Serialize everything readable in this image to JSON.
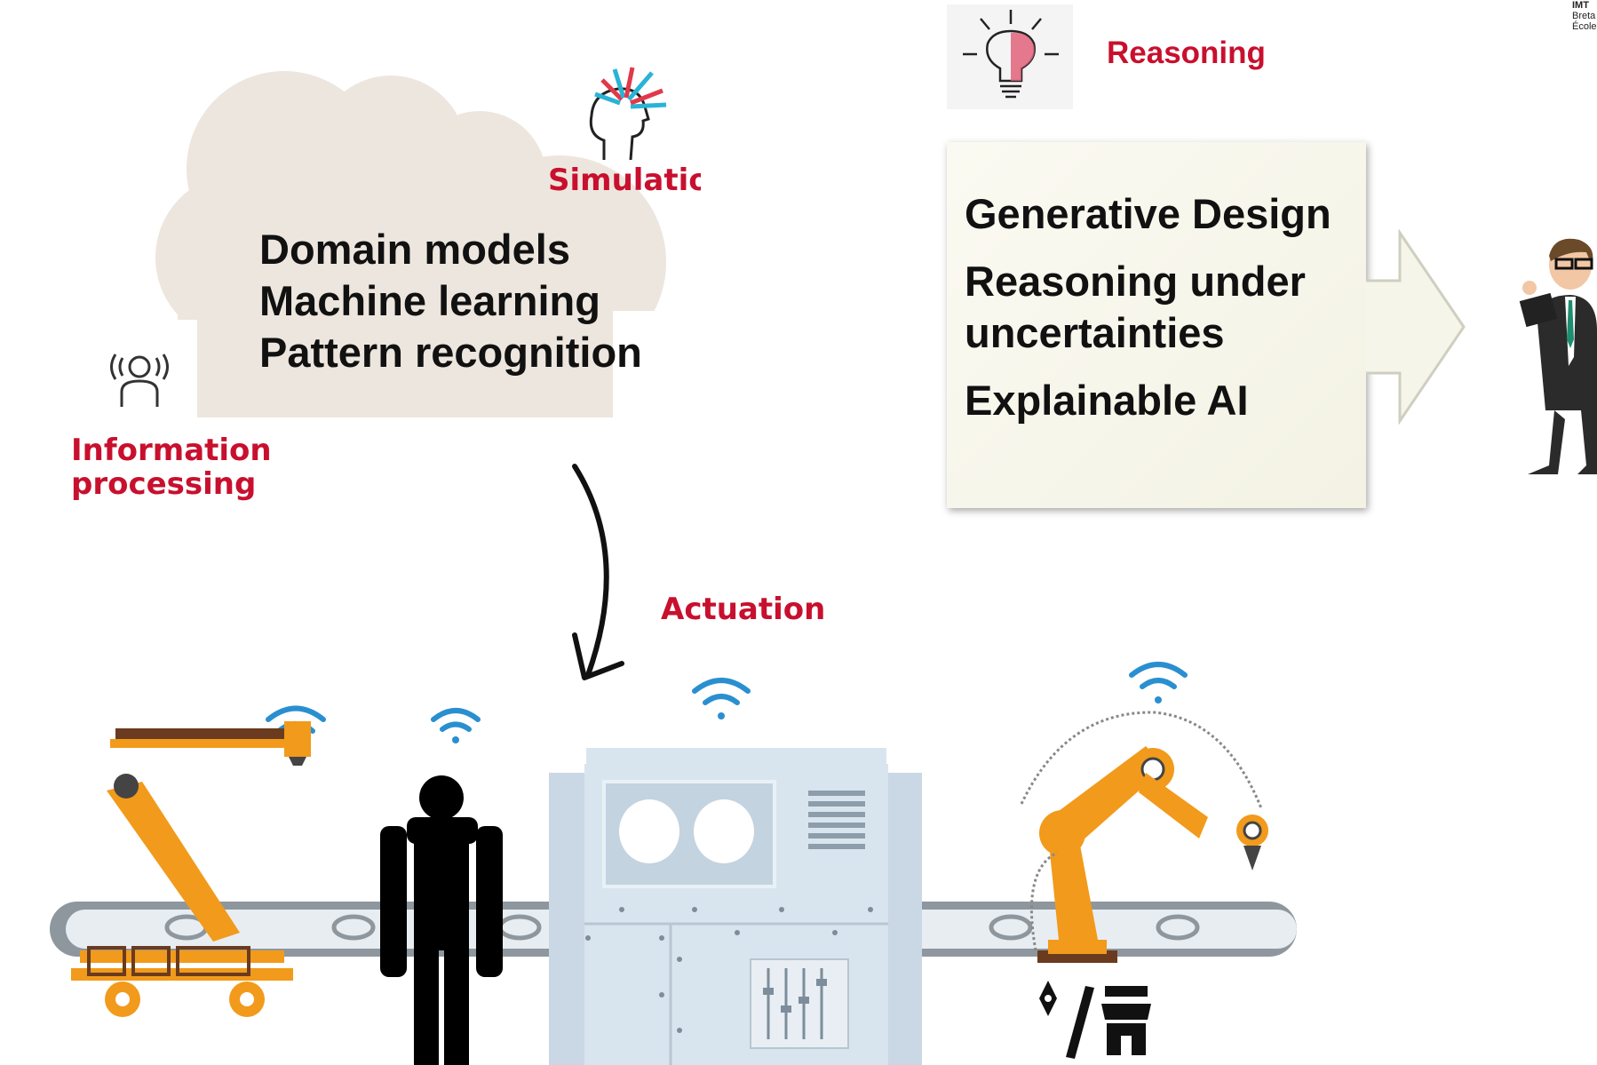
{
  "cloud": {
    "items": [
      "Domain models",
      "Machine learning",
      "Pattern recognition"
    ]
  },
  "labels": {
    "simulation": "Simulatior",
    "information_processing_line1": "Information",
    "information_processing_line2": "processing",
    "actuation": "Actuation",
    "reasoning": "Reasoning"
  },
  "panel": {
    "items": [
      {
        "text": "Generative Design"
      },
      {
        "text": "Reasoning under uncertainties"
      },
      {
        "text": "Explainable AI"
      }
    ]
  },
  "logo": {
    "line1": "IMT",
    "line2": "Breta",
    "line3": "École"
  },
  "colors": {
    "accent_red": "#c8102e",
    "cloud": "#ede6de",
    "machine_blue": "#cfdde8",
    "robot_orange": "#f29a1b",
    "wifi_blue": "#2a8fd0",
    "conveyor_gray": "#9aa3aa"
  }
}
